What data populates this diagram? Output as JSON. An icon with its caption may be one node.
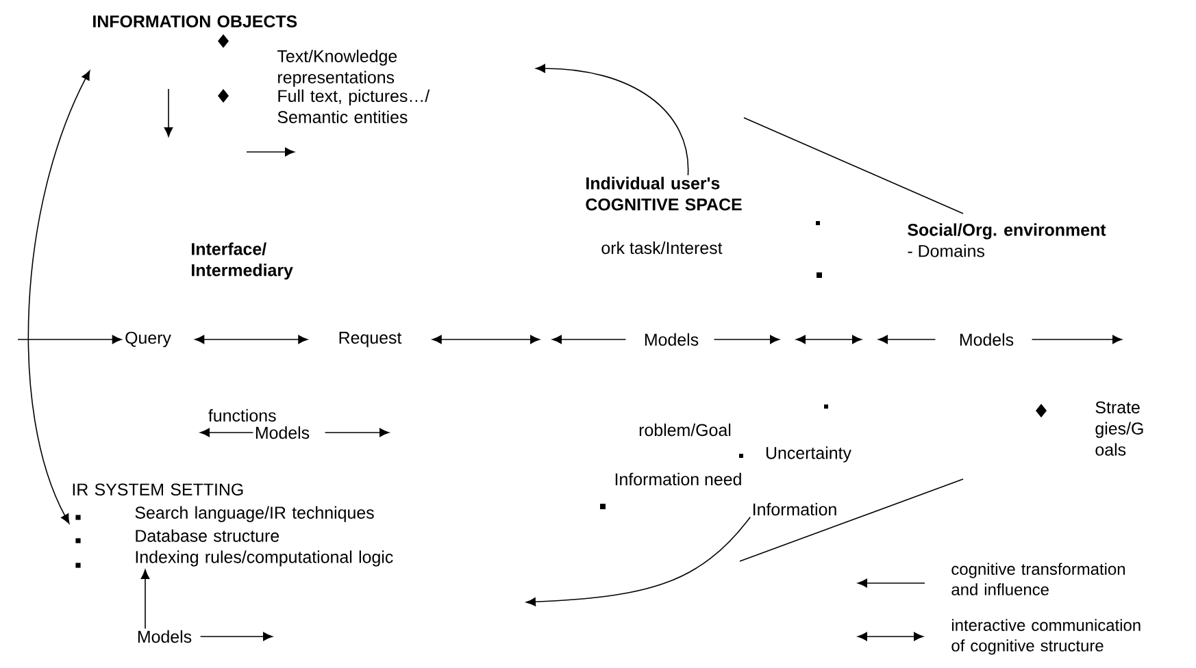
{
  "diagram": {
    "nodes": [
      {
        "text": [
          "INFORMATION OBJECTS",
          "Text/Knowledge representations",
          "Full text, pictures…/ Semantic entities"
        ]
      },
      {
        "text": [
          "Individual user's COGNITIVE SPACE"
        ]
      },
      {
        "text": [
          "Social/Org. environment",
          "- Domains"
        ]
      },
      {
        "text": [
          "Interface/ Intermediary"
        ]
      },
      {
        "text": [
          "Query"
        ]
      },
      {
        "text": [
          "Request"
        ]
      },
      {
        "text": [
          "Models"
        ]
      },
      {
        "text": [
          "Models"
        ]
      },
      {
        "text": [
          "Models"
        ],
        "beside": [
          "functions"
        ]
      },
      {
        "text": [
          "Strate gies/G oals"
        ]
      },
      {
        "text": [
          "Information"
        ]
      },
      {
        "text": [
          "IR SYSTEM SETTING",
          "Search language/IR techniques",
          "Database structure",
          "Indexing rules/computational logic"
        ]
      },
      {
        "text": [
          "Models"
        ]
      }
    ],
    "edges": [
      {
        "from": 0,
        "to": 11,
        "arrow": "both"
      },
      {
        "from": null,
        "to": 4,
        "arrow": "to"
      },
      {
        "from": 4,
        "to": 5,
        "arrow": "both"
      },
      {
        "from": 5,
        "to": null,
        "arrow": "both"
      },
      {
        "from": 6,
        "to": null,
        "arrow": "to"
      },
      {
        "from": 6,
        "to": null,
        "arrow": "to"
      },
      {
        "from": 7,
        "to": null,
        "arrow": "to"
      },
      {
        "from": 7,
        "to": null,
        "arrow": "to"
      },
      {
        "from": 8,
        "to": null,
        "arrow": "to"
      },
      {
        "from": 8,
        "to": null,
        "arrow": "to"
      },
      {
        "from": 1,
        "to": null,
        "arrow": "to"
      },
      {
        "from": 2,
        "to": null,
        "arrow": "none"
      },
      {
        "from": 10,
        "to": null,
        "arrow": "to"
      },
      {
        "from": 12,
        "to": 11,
        "arrow": "to"
      },
      {
        "from": 12,
        "to": null,
        "arrow": "to"
      }
    ],
    "labels": [
      "ork task/Interest",
      "roblem/Goal",
      "Uncertainty",
      "Information need"
    ],
    "legend": [
      {
        "text": "cognitive transformation and influence"
      },
      {
        "text": "interactive communication of cognitive structure"
      }
    ]
  }
}
